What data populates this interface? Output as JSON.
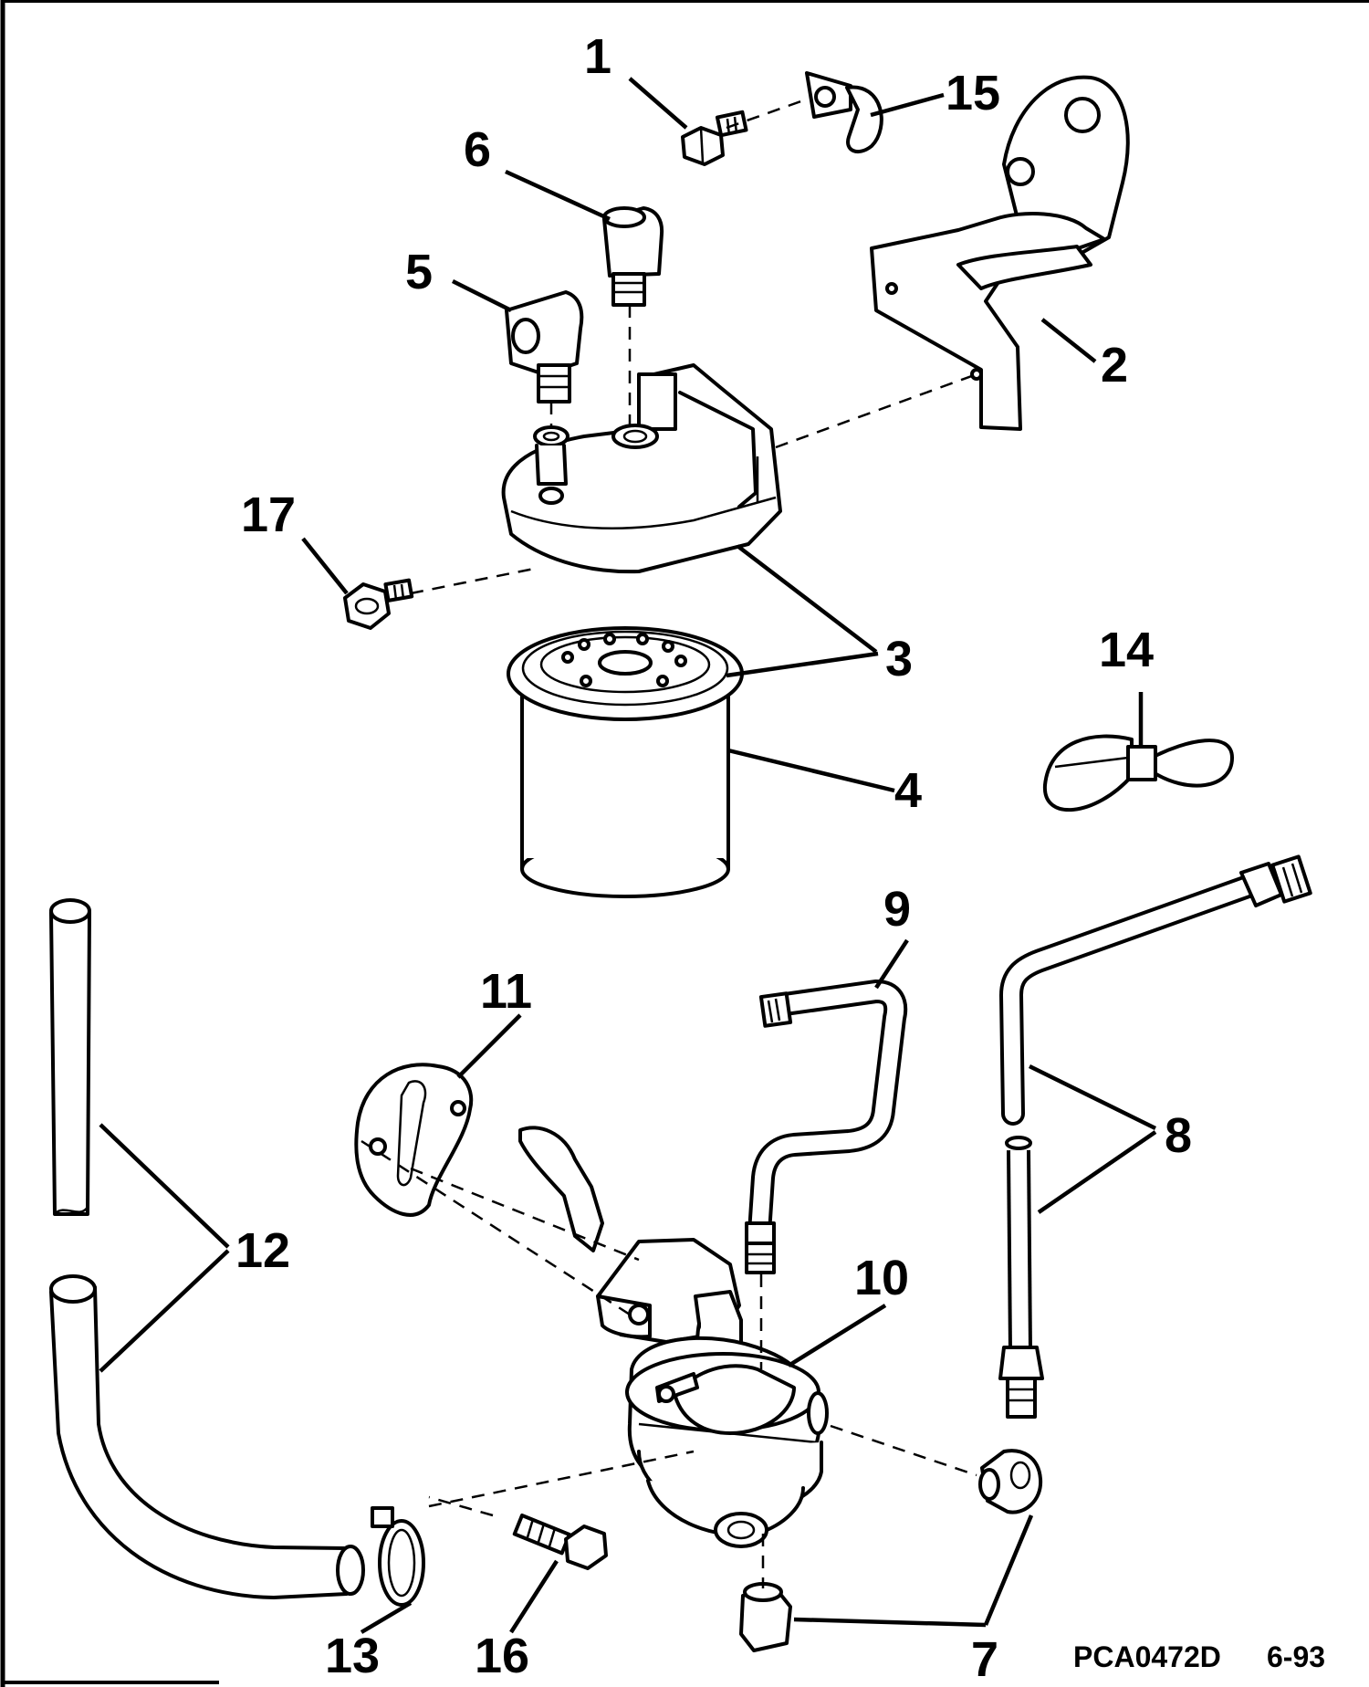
{
  "parts": {
    "p1": "1",
    "p2": "2",
    "p3": "3",
    "p4": "4",
    "p5": "5",
    "p6": "6",
    "p7": "7",
    "p8": "8",
    "p9": "9",
    "p10": "10",
    "p11": "11",
    "p12": "12",
    "p13": "13",
    "p14": "14",
    "p15": "15",
    "p16": "16",
    "p17": "17"
  },
  "footer": {
    "drawing_code": "PCA0472D",
    "date": "6-93"
  }
}
